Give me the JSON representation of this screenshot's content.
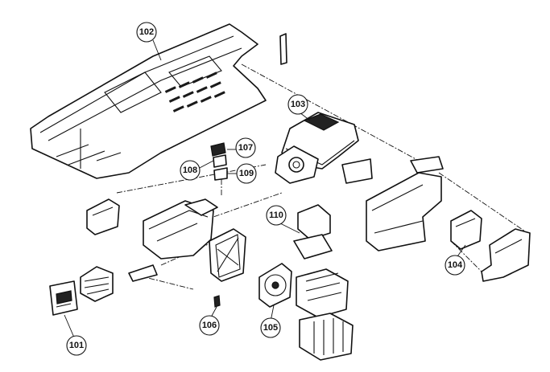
{
  "callouts": {
    "c101": "101",
    "c102": "102",
    "c103": "103",
    "c104": "104",
    "c105": "105",
    "c106a": "106",
    "c106b": "106",
    "c107": "107",
    "c108": "108",
    "c109": "109",
    "c110": "110"
  }
}
